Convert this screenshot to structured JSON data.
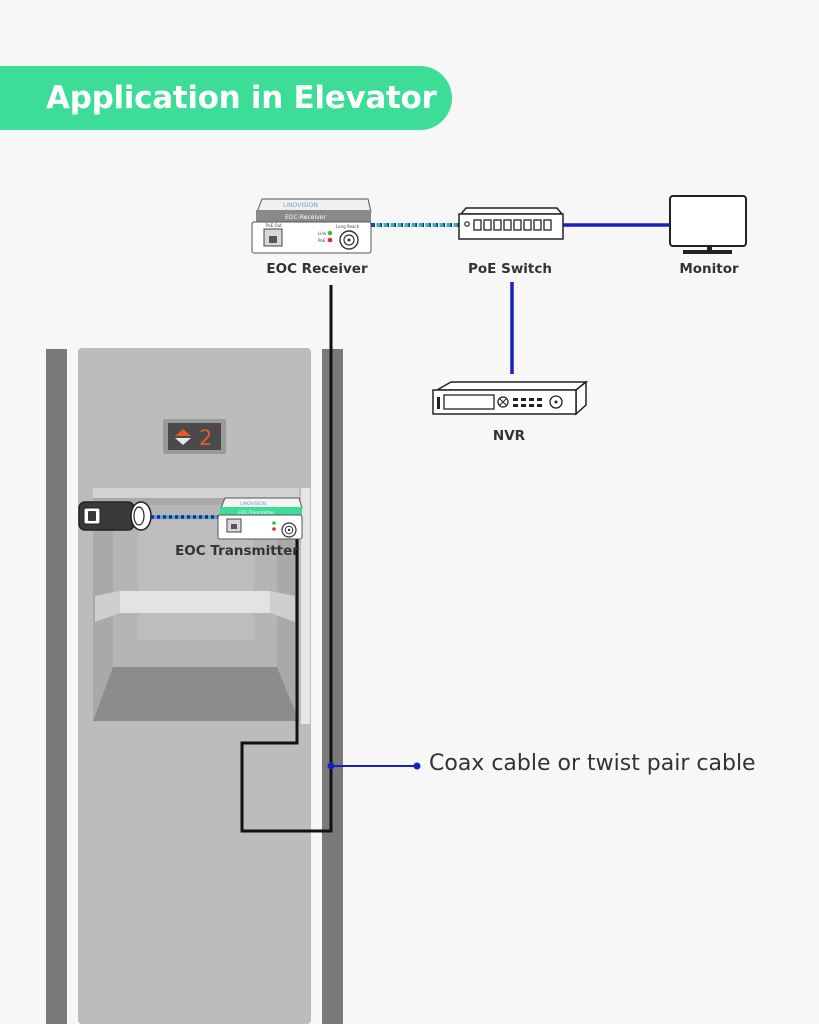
{
  "title": "Application in Elevator",
  "colors": {
    "banner": "#3ddc97",
    "cable_blue": "#1a1fc4",
    "cable_dotted": "#2e9ad0",
    "shaft_wall": "#7a7a7a",
    "cabin": "#bcbcbc",
    "floor_digit": "#e05a2a"
  },
  "devices": {
    "eoc_receiver": {
      "label": "EOC Receiver",
      "brand": "LINOVISION",
      "model": "EOC-Receiver",
      "leds": [
        "Link",
        "PoE"
      ],
      "port_text": "Long Reach",
      "lan_text": "PoE Out"
    },
    "poe_switch": {
      "label": "PoE Switch"
    },
    "monitor": {
      "label": "Monitor"
    },
    "nvr": {
      "label": "NVR"
    },
    "eoc_transmitter": {
      "label": "EOC Transmitter",
      "brand": "LINOVISION",
      "model": "EOC-Transmitter"
    },
    "camera": {
      "icon": "bullet-camera-icon"
    }
  },
  "elevator": {
    "floor_indicator": "2"
  },
  "callout": {
    "text": "Coax cable or twist pair cable"
  }
}
